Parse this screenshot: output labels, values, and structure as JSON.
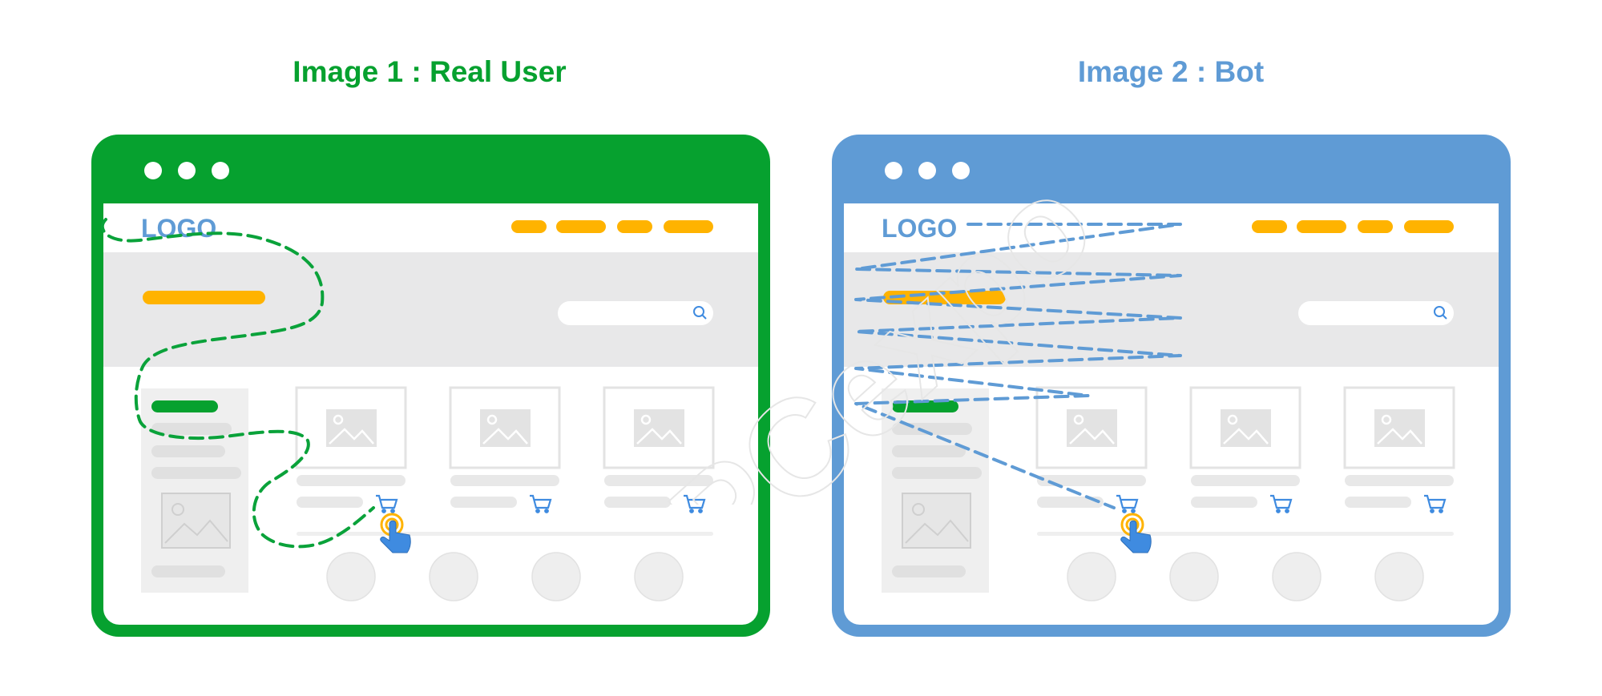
{
  "titles": {
    "left": "Image 1 : Real User",
    "right": "Image 2 : Bot"
  },
  "panels": {
    "left": {
      "logo": "LOGO",
      "frame_color": "#06a12f",
      "path_color": "#0aa23a"
    },
    "right": {
      "logo": "LOGO",
      "frame_color": "#5f9bd5",
      "path_color": "#5f9bd5"
    }
  },
  "colors": {
    "accent": "#ffb300",
    "placeholder": "#e5e5e5",
    "band": "#e8e8e9",
    "cart": "#3f8be0"
  },
  "watermark": "PPCexpo",
  "icons": [
    "window-dot-icon",
    "search-icon",
    "image-placeholder-icon",
    "cart-icon",
    "tap-hand-icon"
  ]
}
